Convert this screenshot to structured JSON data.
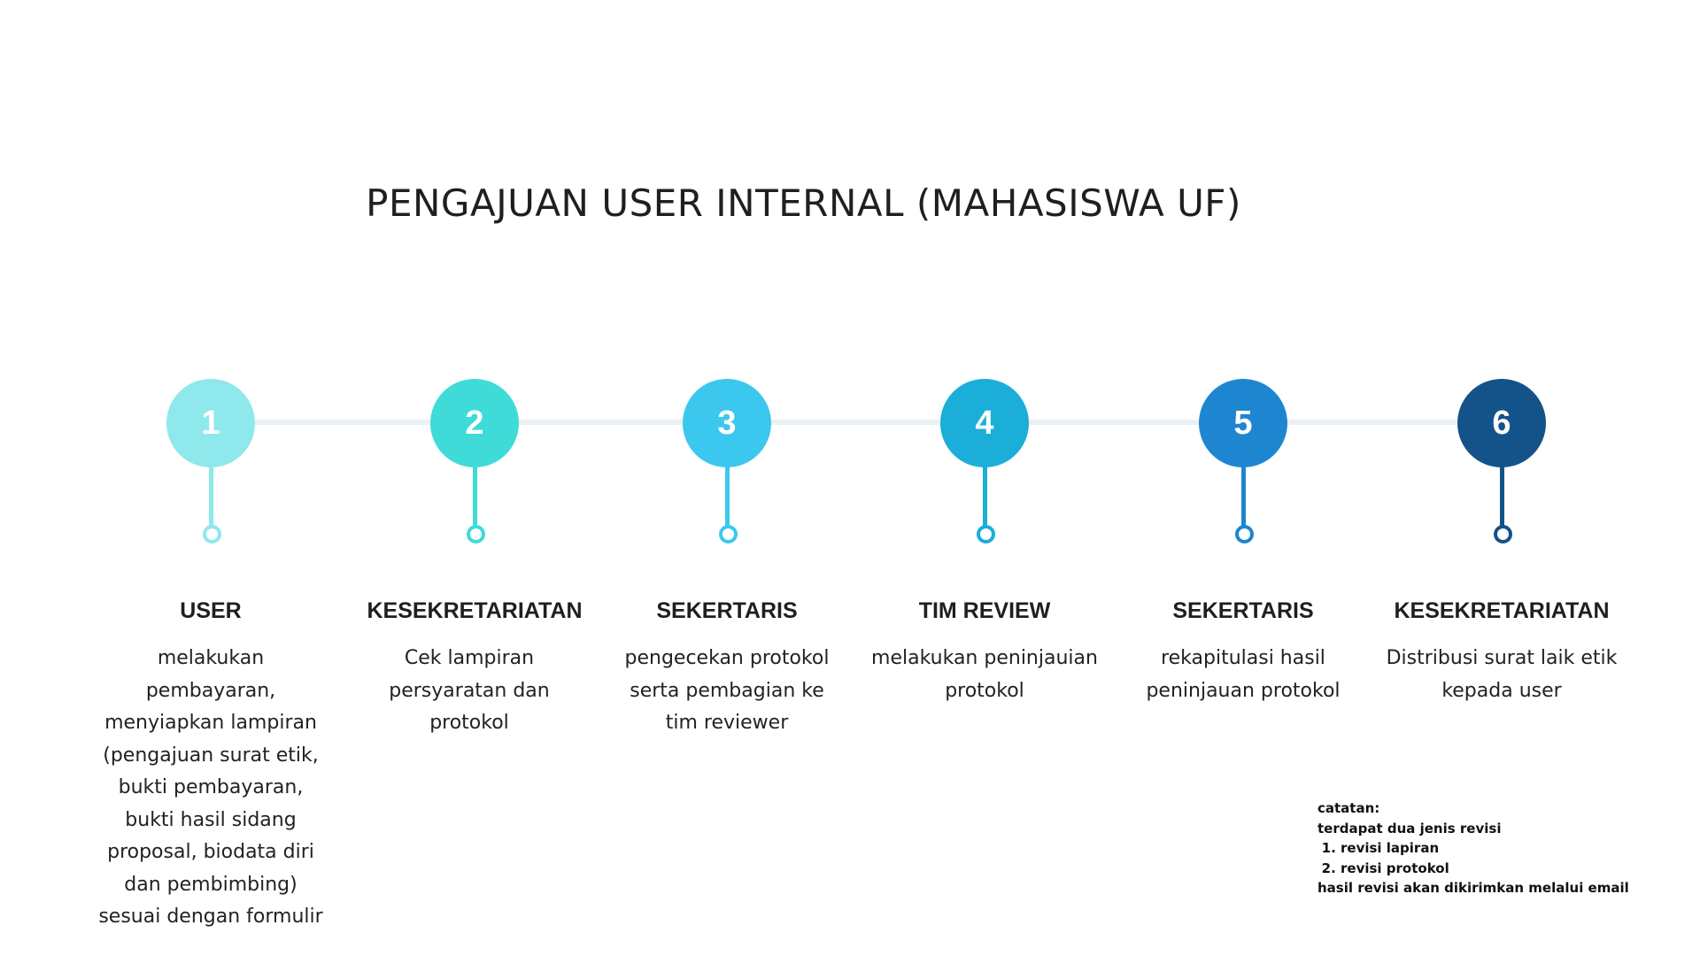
{
  "title": "PENGAJUAN USER INTERNAL (MAHASISWA UF)",
  "steps": [
    {
      "number": "1",
      "color": "#8ee8ec",
      "title": "USER",
      "description": "melakukan pembayaran, menyiapkan lampiran (pengajuan surat etik, bukti pembayaran, bukti hasil sidang proposal, biodata diri dan pembimbing) sesuai dengan formulir"
    },
    {
      "number": "2",
      "color": "#3fdbd8",
      "title": "KESEKRETARIATAN",
      "description": "Cek lampiran persyaratan dan protokol"
    },
    {
      "number": "3",
      "color": "#3cc8ee",
      "title": "SEKERTARIS",
      "description": "pengecekan protokol serta pembagian ke tim reviewer"
    },
    {
      "number": "4",
      "color": "#1aaed8",
      "title": "TIM REVIEW",
      "description": "melakukan peninjauian protokol"
    },
    {
      "number": "5",
      "color": "#1e86d0",
      "title": "SEKERTARIS",
      "description": "rekapitulasi hasil peninjauan protokol"
    },
    {
      "number": "6",
      "color": "#14528a",
      "title": "KESEKRETARIATAN",
      "description": "Distribusi surat laik etik kepada user"
    }
  ],
  "note": {
    "heading": "catatan:",
    "intro": "terdapat dua jenis revisi",
    "items": [
      "revisi lapiran",
      "revisi protokol"
    ],
    "footer": "hasil revisi akan dikirimkan melalui email"
  },
  "colors": {
    "background": "#ffffff",
    "text": "#1f1f1f",
    "connector": "#eaf0f4"
  }
}
